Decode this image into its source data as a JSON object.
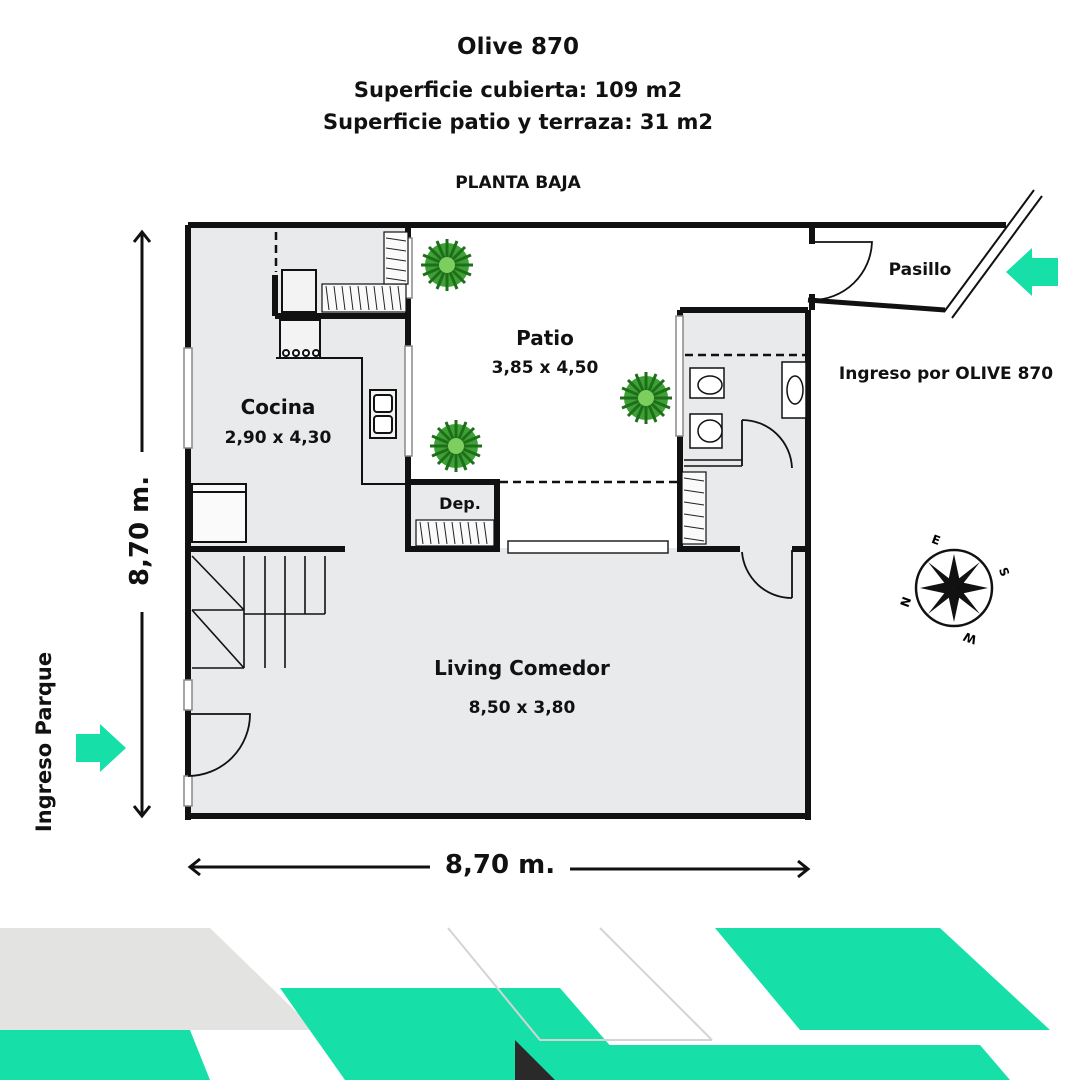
{
  "header": {
    "title": "Olive 870",
    "surface_covered": "Superficie cubierta: 109 m2",
    "surface_patio": "Superficie patio y terraza: 31 m2",
    "floor_name": "PLANTA BAJA"
  },
  "rooms": {
    "patio": {
      "name": "Patio",
      "size": "3,85 x 4,50"
    },
    "cocina": {
      "name": "Cocina",
      "size": "2,90 x 4,30"
    },
    "living": {
      "name": "Living Comedor",
      "size": "8,50 x 3,80"
    },
    "deposito": {
      "name": "Dep."
    },
    "pasillo": {
      "name": "Pasillo"
    }
  },
  "entrances": {
    "olive": "Ingreso por OLIVE 870",
    "parque": "Ingreso Parque"
  },
  "dimensions": {
    "width": "8,70 m.",
    "height": "8,70 m."
  },
  "compass": {
    "n": "N",
    "s": "S",
    "e": "E",
    "w": "W"
  },
  "colors": {
    "accent": "#16e0a8",
    "floor": "#e9eaeb",
    "wall": "#111111",
    "gray_band": "#e3e3e1"
  }
}
